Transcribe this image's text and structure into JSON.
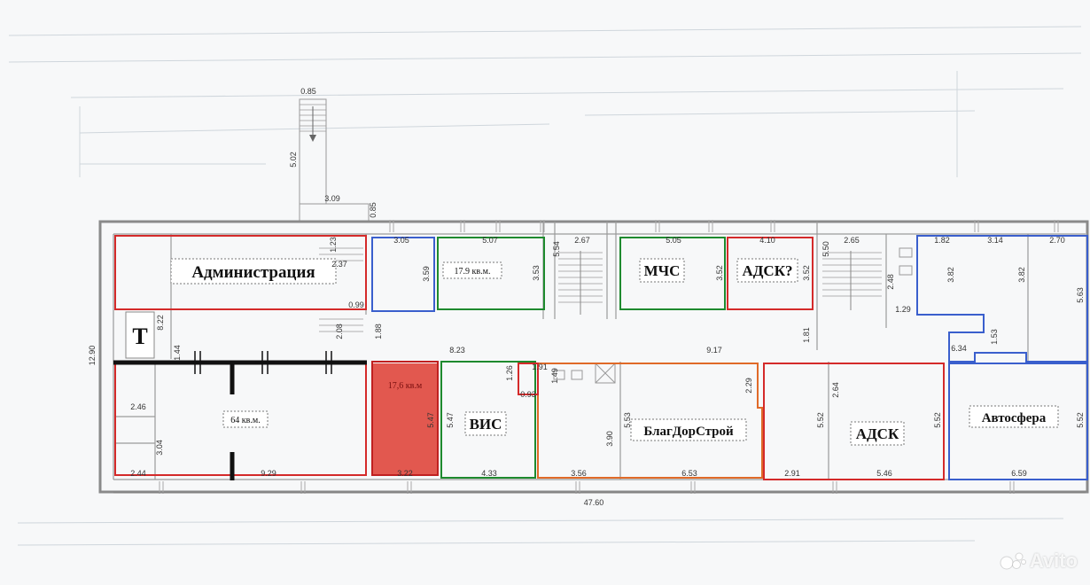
{
  "rooms": {
    "administration": {
      "label": "Администрация"
    },
    "t_room": {
      "label": "Т"
    },
    "room_17_9": {
      "label": "17.9 кв.м."
    },
    "mchs": {
      "label": "МЧС"
    },
    "adsk_q": {
      "label": "АДСК?"
    },
    "room_64": {
      "label": "64 кв.м."
    },
    "room_17_6": {
      "label": "17,6 кв.м"
    },
    "vis": {
      "label": "ВИС"
    },
    "blagdorstroy": {
      "label": "БлагДорСтрой"
    },
    "adsk": {
      "label": "АДСК"
    },
    "avtosfera": {
      "label": "Автосфера"
    }
  },
  "dimensions": {
    "d0_85": "0.85",
    "d5_02": "5.02",
    "d3_09": "3.09",
    "d0_85b": "0.85",
    "d1_23": "1.23",
    "d2_37": "2.37",
    "d0_99": "0.99",
    "d2_08": "2.08",
    "d1_88": "1.88",
    "d3_05": "3.05",
    "d3_59": "3.59",
    "d5_07": "5.07",
    "d3_53": "3.53",
    "d5_54": "5.54",
    "d2_67": "2.67",
    "d5_05": "5.05",
    "d3_52a": "3.52",
    "d4_10": "4.10",
    "d3_52b": "3.52",
    "d5_50": "5.50",
    "d2_65": "2.65",
    "d2_48": "2.48",
    "d1_29": "1.29",
    "d1_82": "1.82",
    "d3_14": "3.14",
    "d2_70": "2.70",
    "d3_82a": "3.82",
    "d3_82b": "3.82",
    "d5_63": "5.63",
    "d1_53": "1.53",
    "d6_34": "6.34",
    "d12_90": "12.90",
    "d8_22": "8.22",
    "d1_44": "1.44",
    "d8_23": "8.23",
    "d9_17": "9.17",
    "d1_81": "1.81",
    "d2_46": "2.46",
    "d3_04": "3.04",
    "d2_44": "2.44",
    "d9_29": "9.29",
    "d5_47a": "5.47",
    "d3_22": "3.22",
    "d5_47b": "5.47",
    "d1_26": "1.26",
    "d1_91": "1.91",
    "d0_93": "0.93",
    "d1_49": "1.49",
    "d4_33": "4.33",
    "d3_56": "3.56",
    "d3_90": "3.90",
    "d5_53": "5.53",
    "d6_53": "6.53",
    "d2_29": "2.29",
    "d2_64": "2.64",
    "d5_52a": "5.52",
    "d5_52b": "5.52",
    "d5_52c": "5.52",
    "d2_91": "2.91",
    "d5_46": "5.46",
    "d6_59": "6.59",
    "d47_60": "47.60"
  },
  "watermark": {
    "text": "Avito"
  },
  "colors": {
    "red": "#d42a2a",
    "green": "#1e8a2e",
    "blue": "#3a5fcd",
    "orange": "#e06a28",
    "highlight": "#e2584f"
  }
}
